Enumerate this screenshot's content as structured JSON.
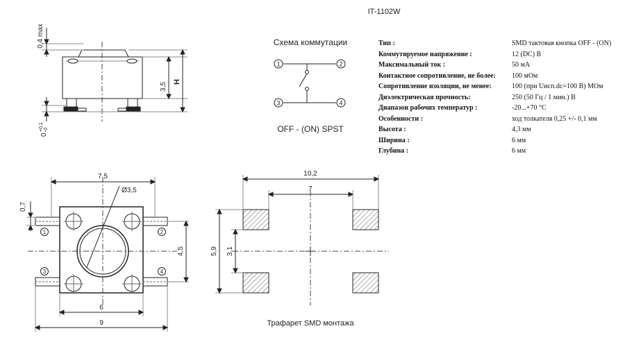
{
  "title": "IT-1102W",
  "schematic": {
    "heading": "Схема  коммутации",
    "caption": "OFF - (ON)  SPST",
    "pins": [
      "1",
      "2",
      "3",
      "4"
    ]
  },
  "specs": [
    {
      "label": "Тип :",
      "value": "SMD тактовая кнопка OFF - (ON)"
    },
    {
      "label": "Коммутируемое напряжение :",
      "value": "12 (DC) В"
    },
    {
      "label": "Максимальный ток :",
      "value": "50 мА"
    },
    {
      "label": "Контактное сопротивление, не более:",
      "value": "100 мОм"
    },
    {
      "label": "Сопротивление изоляции, не менее:",
      "value": "100 (при Uисп.dc=100 В) МОм"
    },
    {
      "label": "Диэлектрическая прочность:",
      "value": "250 (50 Гц / 1 мин.) В"
    },
    {
      "label": "Диапазон рабочих температур :",
      "value": "-20...+70 °С"
    },
    {
      "label": "Особенности :",
      "value": "ход толкателя 0,25 +/- 0,1 мм"
    },
    {
      "label": "Высота :",
      "value": "4,3 мм"
    },
    {
      "label": "Ширина :",
      "value": "6 мм"
    },
    {
      "label": "Глубина :",
      "value": "6 мм"
    }
  ],
  "side_view": {
    "dim_top": "0,4 max",
    "dim_body": "3,5",
    "dim_total": "H",
    "dim_bottom": "0",
    "dim_bottom_tol_upper": "+0,1",
    "dim_bottom_tol_lower": "-0"
  },
  "top_view": {
    "dim_width": "7,5",
    "dim_diameter": "Ø3,5",
    "dim_lead": "0,7",
    "dim_pitch": "4,5",
    "dim_body": "6",
    "dim_overall": "9",
    "pins": [
      "1",
      "2",
      "3",
      "4"
    ]
  },
  "footprint": {
    "dim_outer": "10,2",
    "dim_inner": "7",
    "dim_height": "5,9",
    "dim_pitch": "3,1",
    "caption": "Трафарет  SMD  монтажа"
  }
}
